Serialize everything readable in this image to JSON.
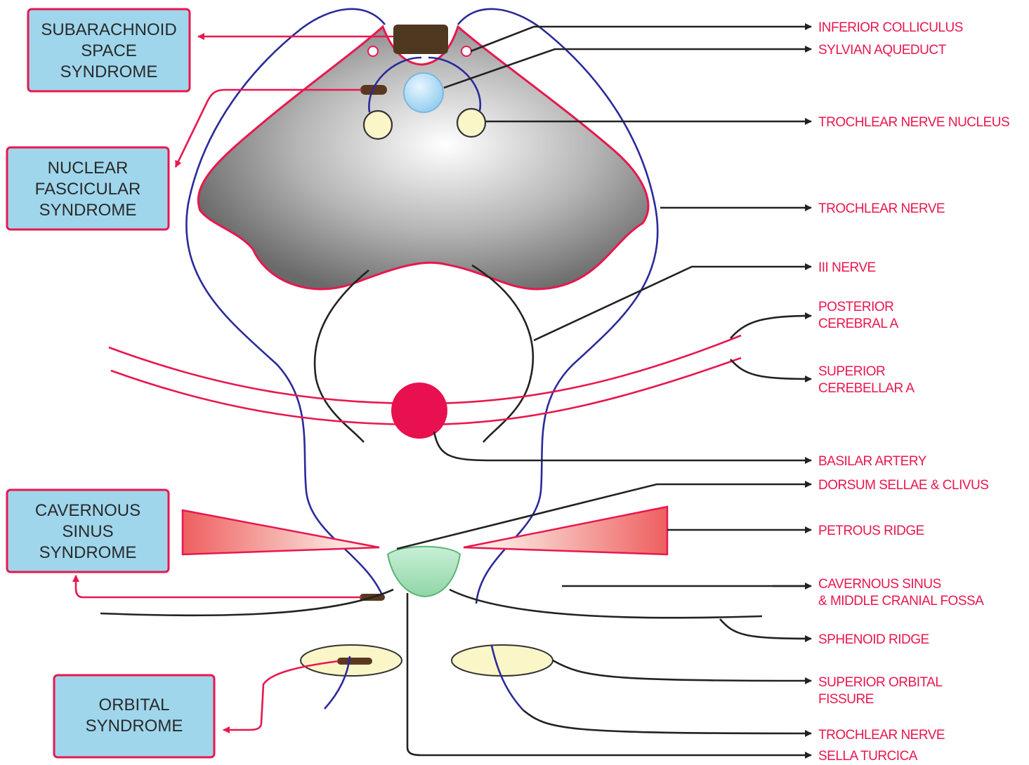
{
  "syndromes": {
    "subarachnoid": [
      "SUBARACHNOID",
      "SPACE",
      "SYNDROME"
    ],
    "nuclear": [
      "NUCLEAR",
      "FASCICULAR",
      "SYNDROME"
    ],
    "cavernous": [
      "CAVERNOUS",
      "SINUS",
      "SYNDROME"
    ],
    "orbital": [
      "ORBITAL",
      "SYNDROME"
    ]
  },
  "labels": {
    "inferior_colliculus": "INFERIOR COLLICULUS",
    "sylvian_aqueduct": "SYLVIAN AQUEDUCT",
    "trochlear_nucleus": "TROCHLEAR NERVE NUCLEUS",
    "trochlear_nerve": "TROCHLEAR NERVE",
    "iii_nerve": "III NERVE",
    "posterior_cerebral": [
      "POSTERIOR",
      "CEREBRAL A"
    ],
    "superior_cerebellar": [
      "SUPERIOR",
      "CEREBELLAR A"
    ],
    "basilar_artery": "BASILAR ARTERY",
    "dorsum_sellae": "DORSUM SELLAE & CLIVUS",
    "petrous_ridge": "PETROUS RIDGE",
    "cavernous_sinus": [
      "CAVERNOUS SINUS",
      "& MIDDLE CRANIAL FOSSA"
    ],
    "sphenoid_ridge": "SPHENOID RIDGE",
    "superior_orbital_fissure": [
      "SUPERIOR ORBITAL",
      "FISSURE"
    ],
    "trochlear_nerve_lower": "TROCHLEAR NERVE",
    "sella_turcica": "SELLA TURCICA"
  },
  "colors": {
    "label_red": "#e8174e",
    "box_blue": "#9fd6ec",
    "nerve_blue": "#2a2a9a",
    "basilar": "#e8104e"
  }
}
